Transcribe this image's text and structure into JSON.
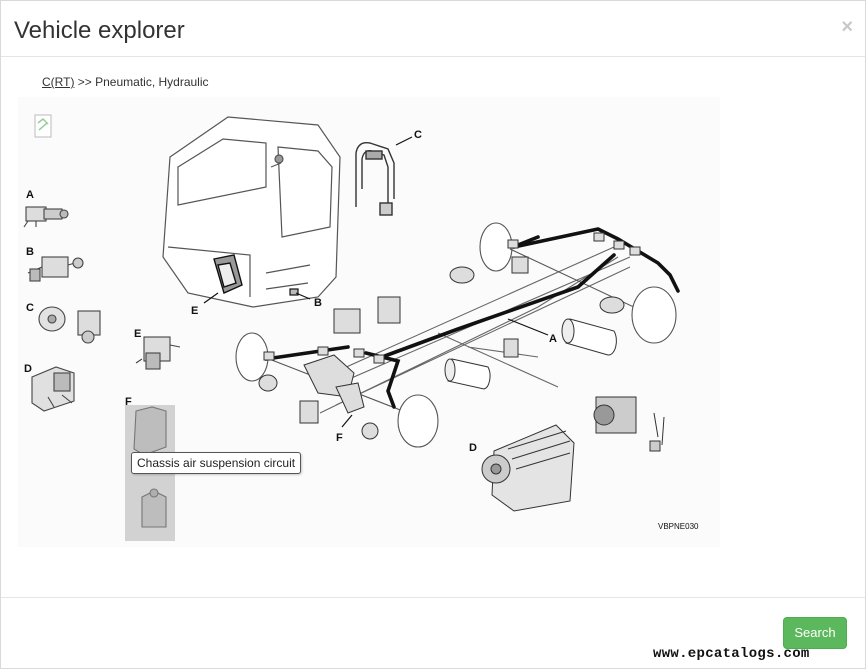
{
  "modal": {
    "title": "Vehicle explorer",
    "close_label": "×"
  },
  "breadcrumb": {
    "link": "C(RT)",
    "rest": ">> Pneumatic, Hydraulic"
  },
  "diagram": {
    "callouts": {
      "a_left": "A",
      "b_left": "B",
      "c_left": "C",
      "d_left": "D",
      "e_left": "E",
      "f_left": "F",
      "c_top": "C",
      "e_cab": "E",
      "b_cab": "B",
      "a_chassis": "A",
      "f_chassis": "F",
      "d_engine": "D"
    },
    "drawing_code": "VBPNE030",
    "tooltip": "Chassis air suspension circuit"
  },
  "footer": {
    "search_label": "Search",
    "watermark": "www.epcatalogs.com"
  }
}
